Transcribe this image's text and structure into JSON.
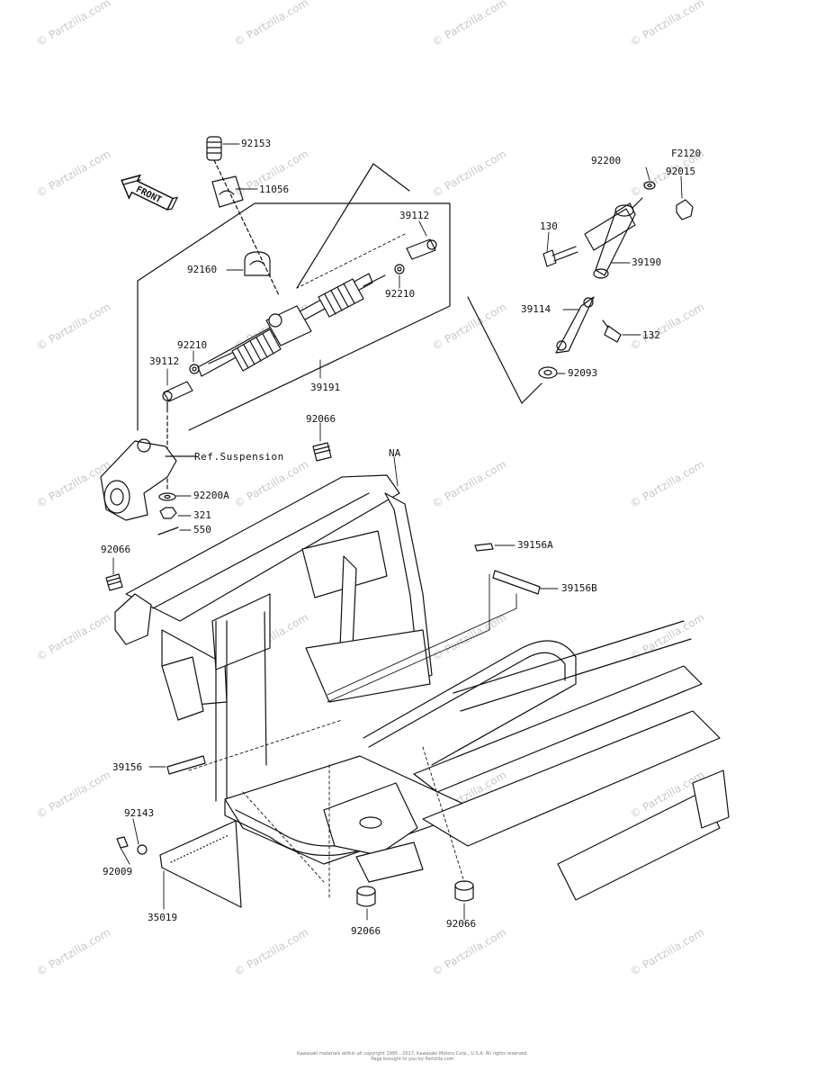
{
  "diagram_code": "F2120",
  "direction_label": "FRONT",
  "watermark_text": "© Partzilla.com",
  "part_labels": {
    "p92153": "92153",
    "p11056": "11056",
    "p39112_top": "39112",
    "p92160": "92160",
    "p92210_right": "92210",
    "p92210_left": "92210",
    "p39112_left": "39112",
    "p39191": "39191",
    "p92200": "92200",
    "p92015": "92015",
    "p130": "130",
    "p39190": "39190",
    "p39114": "39114",
    "p132": "132",
    "p92093": "92093",
    "p92066_top": "92066",
    "na": "NA",
    "ref_suspension": "Ref.Suspension",
    "p92200a": "92200A",
    "p321": "321",
    "p550": "550",
    "p92066_left": "92066",
    "p39156a": "39156A",
    "p39156b": "39156B",
    "p39156": "39156",
    "p92143": "92143",
    "p92009": "92009",
    "p35019": "35019",
    "p92066_bottom_left": "92066",
    "p92066_bottom_right": "92066"
  },
  "footer": {
    "line1": "Kawasaki materials within all copyright 1995 - 2017, Kawasaki Motors Corp., U.S.A. All rights reserved.",
    "line2": "Page brought to you by Partzilla.com"
  }
}
